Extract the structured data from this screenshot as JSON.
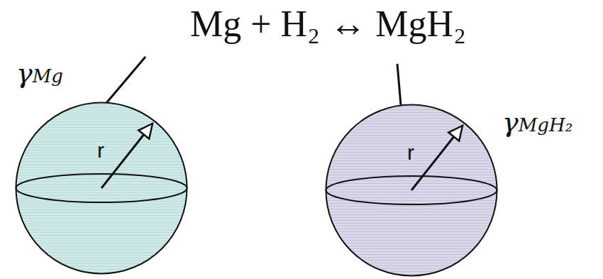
{
  "diagram": {
    "title": "Mg + H₂ ↔ MgH₂",
    "nodes": [
      {
        "text": [
          "γMg",
          "r"
        ]
      },
      {
        "text": [
          "γMgH₂",
          "r"
        ]
      }
    ]
  }
}
